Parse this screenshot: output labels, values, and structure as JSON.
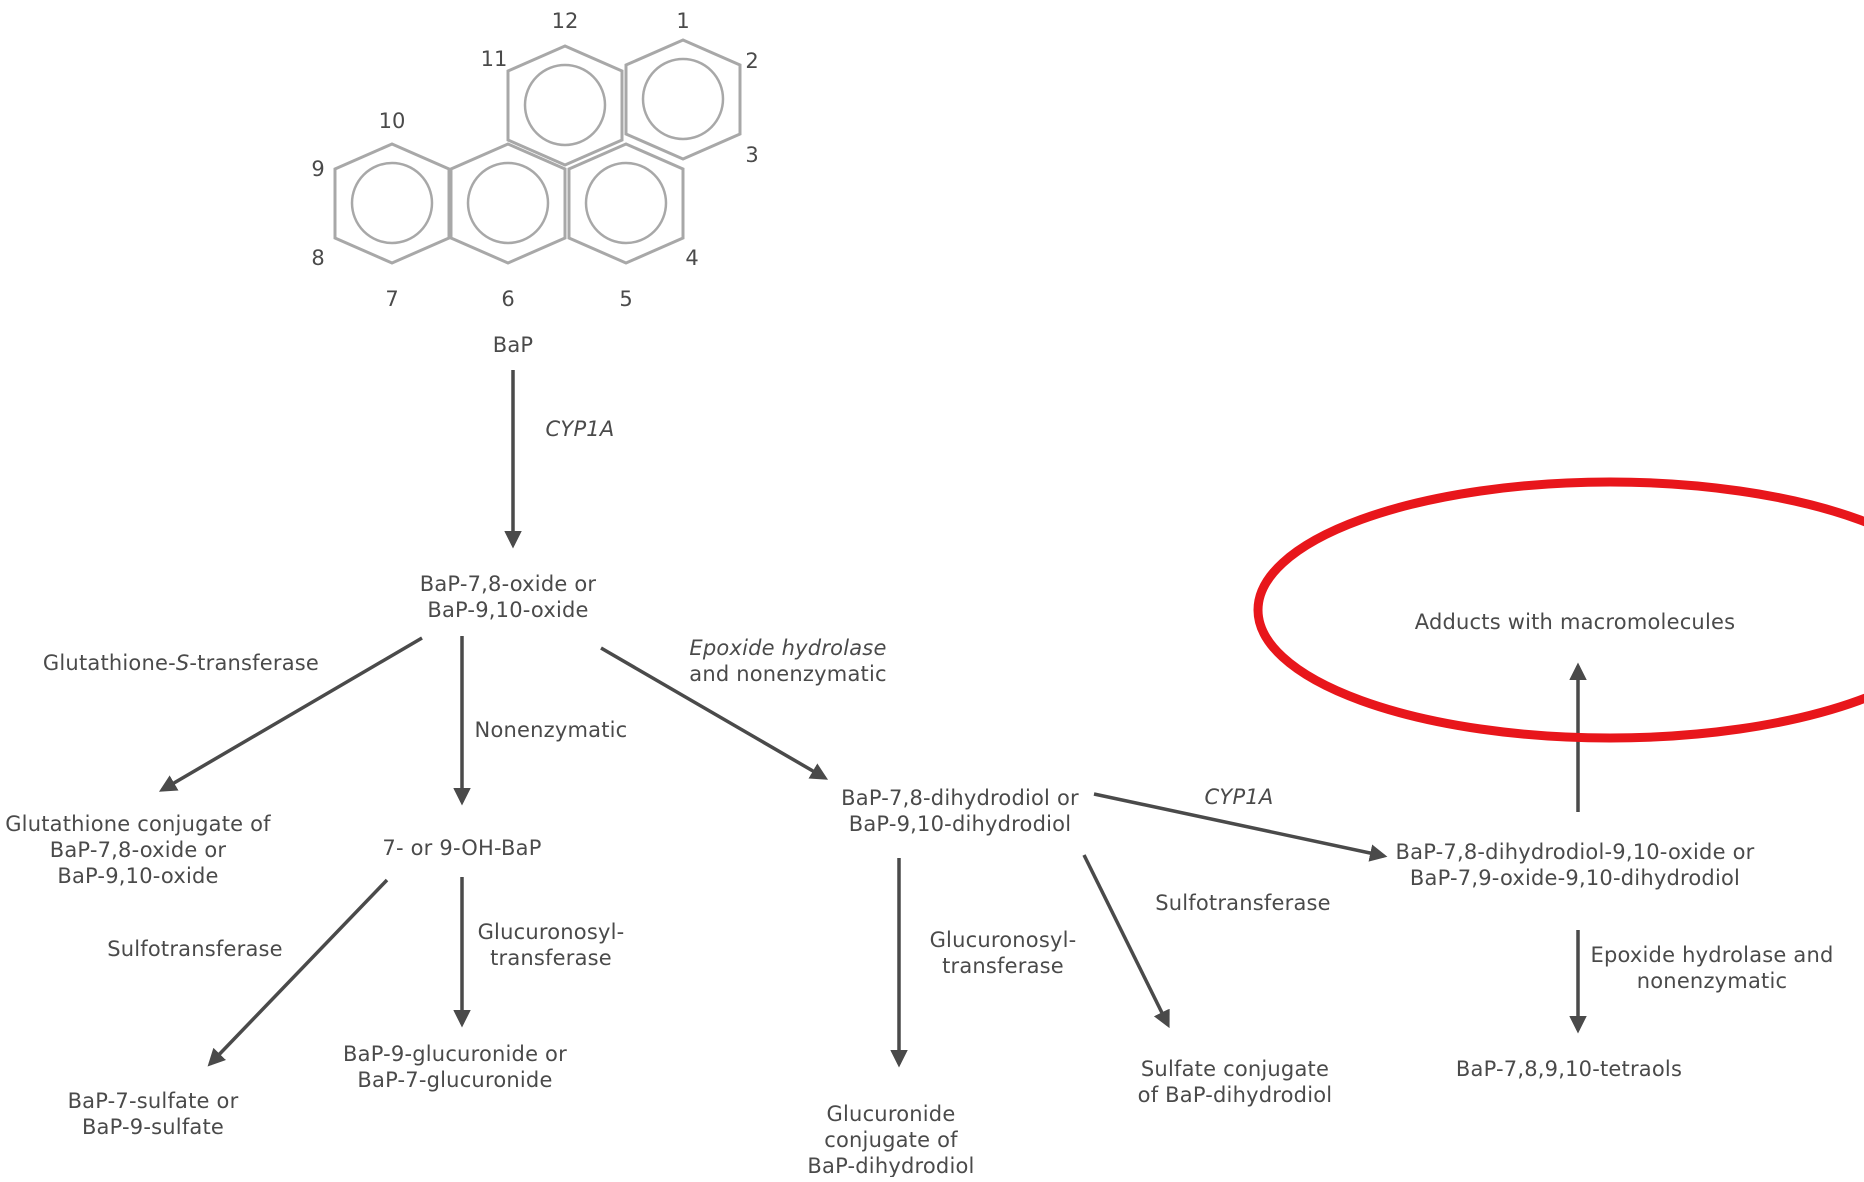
{
  "structure": {
    "name": "BaP",
    "positions": [
      "1",
      "2",
      "3",
      "4",
      "5",
      "6",
      "7",
      "8",
      "9",
      "10",
      "11",
      "12"
    ]
  },
  "nodes": {
    "oxide": [
      "BaP-7,8-oxide or",
      "BaP-9,10-oxide"
    ],
    "gsh_conj": [
      "Glutathione conjugate of",
      "BaP-7,8-oxide or",
      "BaP-9,10-oxide"
    ],
    "oh_bap": "7- or 9-OH-BaP",
    "sulfate": [
      "BaP-7-sulfate or",
      "BaP-9-sulfate"
    ],
    "glucuronide": [
      "BaP-9-glucuronide or",
      "BaP-7-glucuronide"
    ],
    "dihydrodiol": [
      "BaP-7,8-dihydrodiol or",
      "BaP-9,10-dihydrodiol"
    ],
    "gluc_conj": [
      "Glucuronide",
      "conjugate of",
      "BaP-dihydrodiol"
    ],
    "sulf_conj": [
      "Sulfate conjugate",
      "of BaP-dihydrodiol"
    ],
    "diol_epoxide": [
      "BaP-7,8-dihydrodiol-9,10-oxide or",
      "BaP-7,9-oxide-9,10-dihydrodiol"
    ],
    "adducts": "Adducts with macromolecules",
    "tetraols": "BaP-7,8,9,10-tetraols"
  },
  "enzymes": {
    "cyp1a_1": "CYP1A",
    "gst_prefix": "Glutathione-",
    "gst_italic": "S",
    "gst_suffix": "-transferase",
    "nonenzymatic": "Nonenzymatic",
    "eh_italic": "Epoxide hydrolase",
    "eh_rest": "and nonenzymatic",
    "sulfo_1": "Sulfotransferase",
    "gluc_1": [
      "Glucuronosyl-",
      "transferase"
    ],
    "gluc_2": [
      "Glucuronosyl-",
      "transferase"
    ],
    "sulfo_2": "Sulfotransferase",
    "cyp1a_2": "CYP1A",
    "eh_2": [
      "Epoxide hydrolase and",
      "nonenzymatic"
    ]
  },
  "colors": {
    "text": "#4a4a4a",
    "ring": "#a8a8a8",
    "highlight": "#e8161b"
  }
}
